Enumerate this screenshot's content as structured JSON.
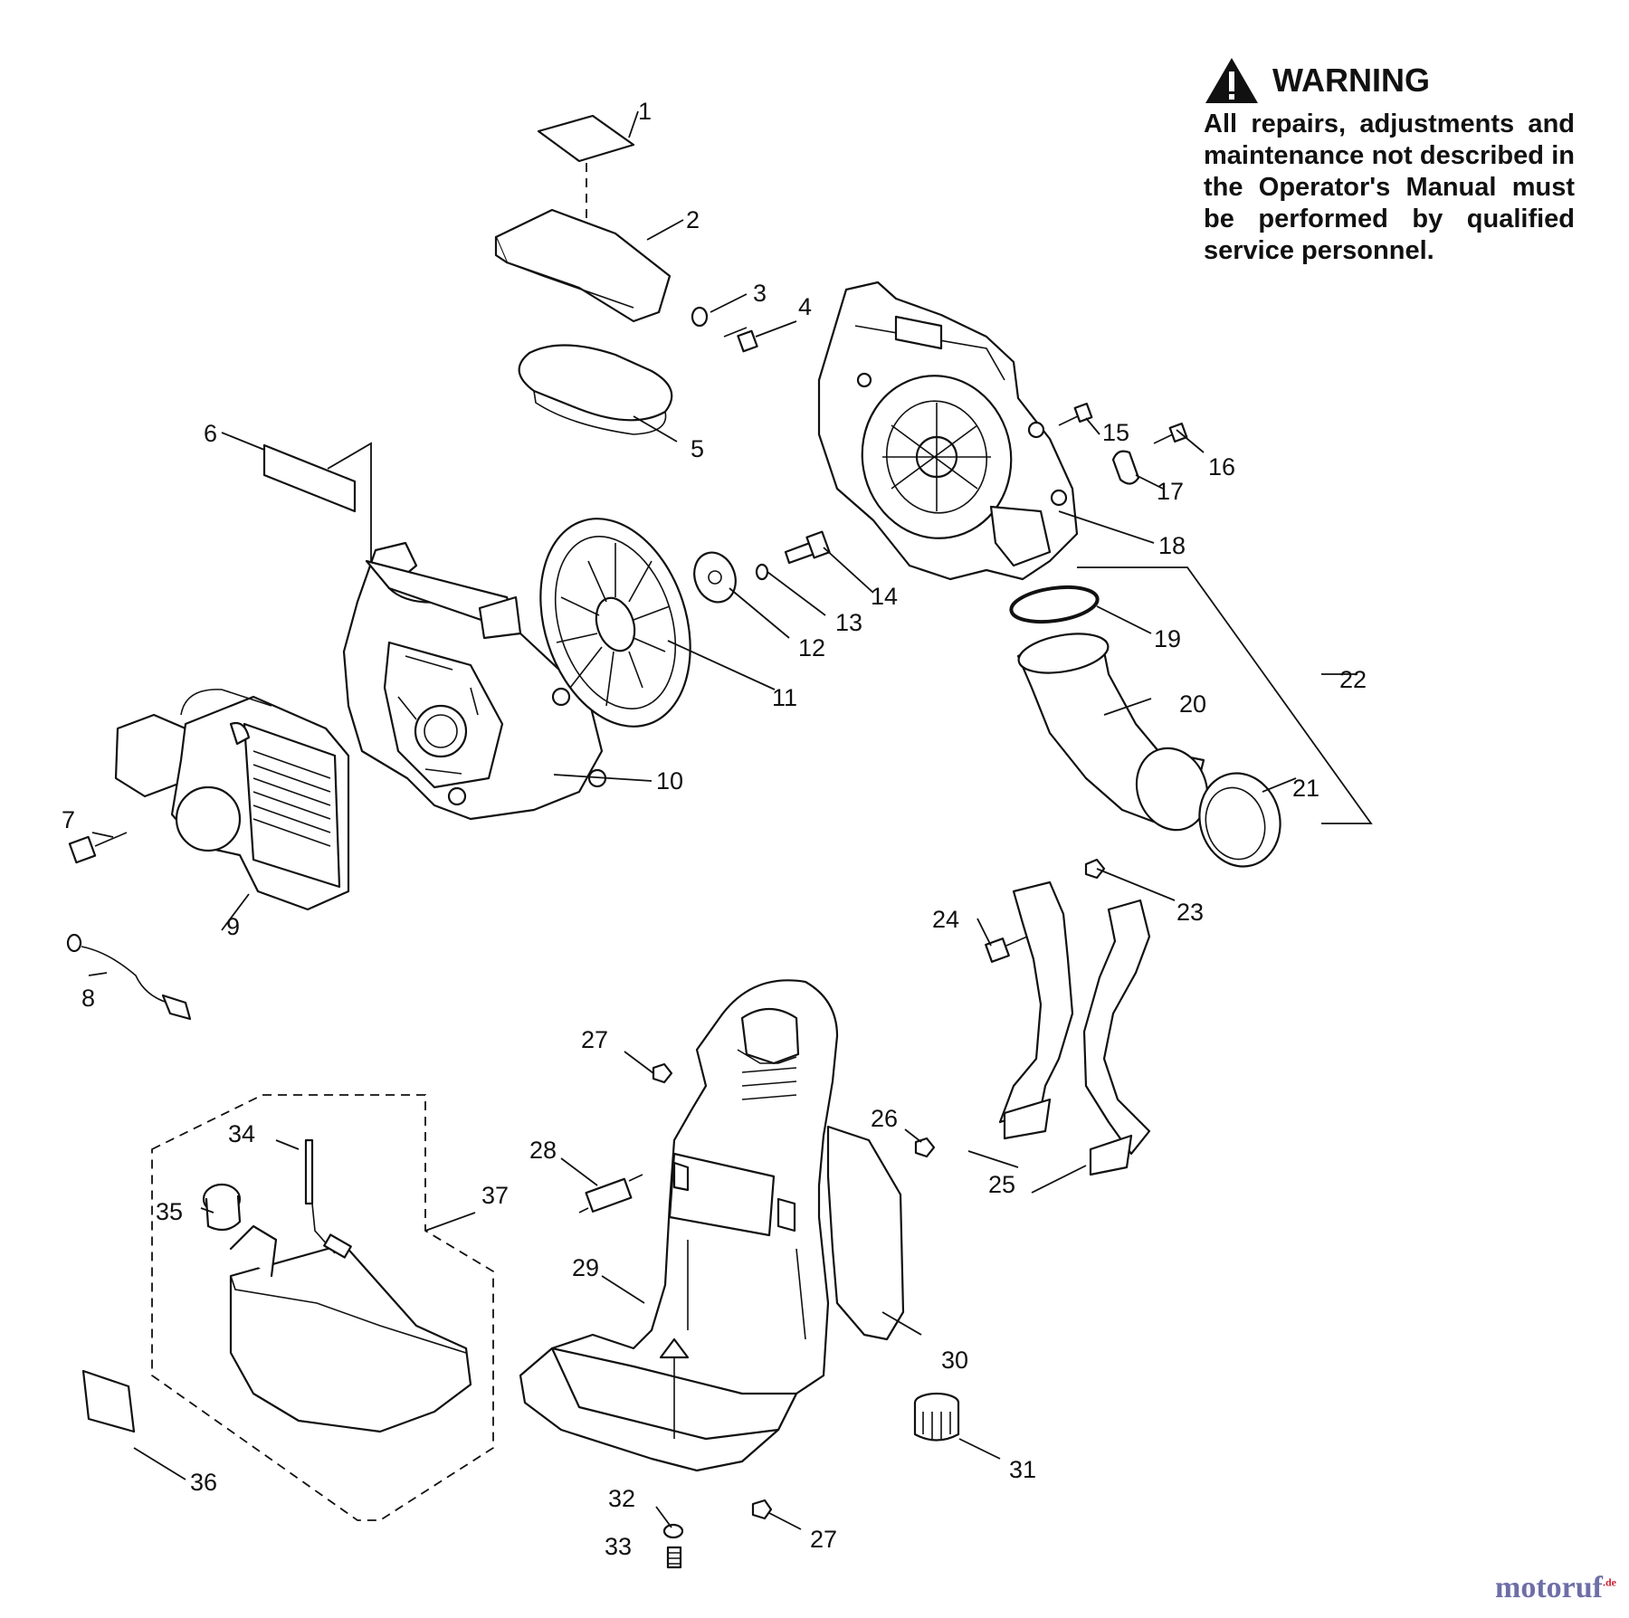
{
  "warning": {
    "heading": "WARNING",
    "text": "All repairs, adjustments and maintenance not described in the Operator's Manual must be performed by qualified service personnel."
  },
  "callouts": [
    "1",
    "2",
    "3",
    "4",
    "5",
    "6",
    "7",
    "8",
    "9",
    "10",
    "11",
    "12",
    "13",
    "14",
    "15",
    "16",
    "17",
    "18",
    "19",
    "20",
    "21",
    "22",
    "23",
    "24",
    "25",
    "26",
    "27",
    "28",
    "29",
    "30",
    "31",
    "32",
    "33",
    "34",
    "35",
    "36",
    "37"
  ],
  "extra_callout": "27",
  "watermark": {
    "name": "motoruf",
    "suffix": ".de"
  }
}
